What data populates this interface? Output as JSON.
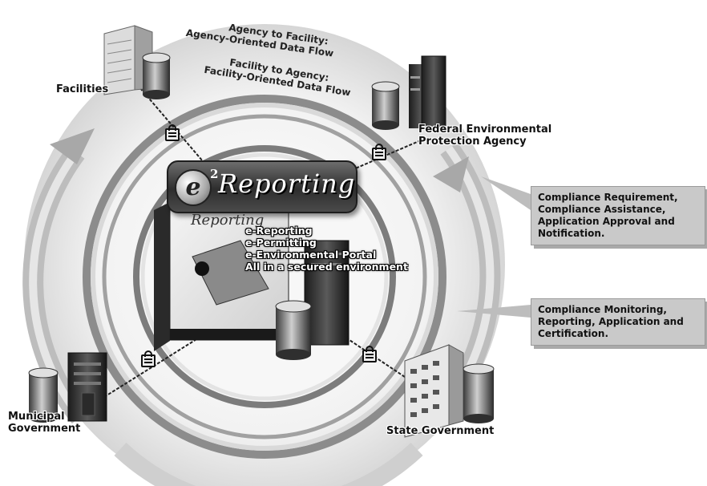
{
  "flows": {
    "agency_to_facility": [
      "Agency to Facility:",
      "Agency-Oriented Data Flow"
    ],
    "facility_to_agency": [
      "Facility to Agency:",
      "Facility-Oriented Data Flow"
    ]
  },
  "nodes": {
    "facilities": "Facilities",
    "federal": [
      "Federal Environmental",
      "Protection Agency"
    ],
    "municipal": [
      "Municipal",
      "Government"
    ],
    "state": "State Government"
  },
  "logo": {
    "e": "e",
    "sup": "2",
    "text": "Reporting",
    "box_title": "Reporting"
  },
  "features": [
    "e-Reporting",
    "e-Permitting",
    "e-Environmental Portal",
    "All in a secured environment"
  ],
  "callouts": {
    "requirements": [
      "Compliance Requirement,",
      "Compliance Assistance,",
      "Application Approval and",
      "Notification."
    ],
    "monitoring": [
      "Compliance Monitoring,",
      "Reporting, Application and",
      "Certification."
    ]
  },
  "colors": {
    "ring_dark": "#8c8c8c",
    "ring_light": "#e3e3e3",
    "callout_bg": "#c9c9c9"
  }
}
